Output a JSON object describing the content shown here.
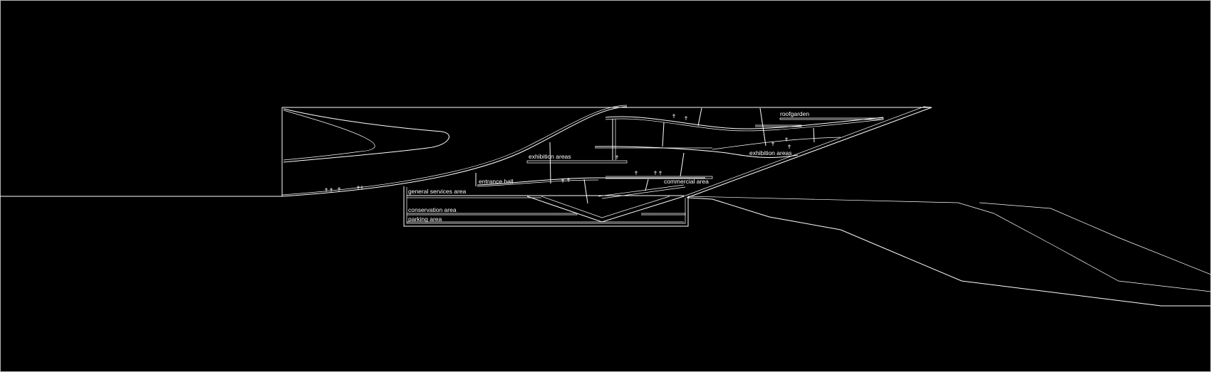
{
  "labels": {
    "roofgarden": "roofgarden",
    "exhibition_upper": "exhibition areas",
    "exhibition_right": "exhibition areas",
    "entrance_hall": "entrance hall",
    "commercial_area": "commercial area",
    "general_services": "general services area",
    "conservation": "conservation area",
    "parking": "parking area"
  },
  "colors": {
    "background": "#000000",
    "line": "#ffffff"
  }
}
